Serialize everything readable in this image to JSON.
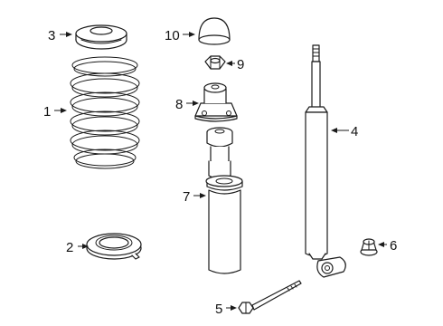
{
  "callouts": {
    "c1": "1",
    "c2": "2",
    "c3": "3",
    "c4": "4",
    "c5": "5",
    "c6": "6",
    "c7": "7",
    "c8": "8",
    "c9": "9",
    "c10": "10"
  },
  "parts": {
    "p1": "coil-spring",
    "p2": "lower-spring-seat",
    "p3": "upper-spring-seat",
    "p4": "shock-absorber",
    "p5": "mounting-bolt",
    "p6": "flange-nut",
    "p7": "dust-boot-and-bump-stop",
    "p8": "upper-mount",
    "p9": "lock-nut",
    "p10": "dust-cap"
  }
}
